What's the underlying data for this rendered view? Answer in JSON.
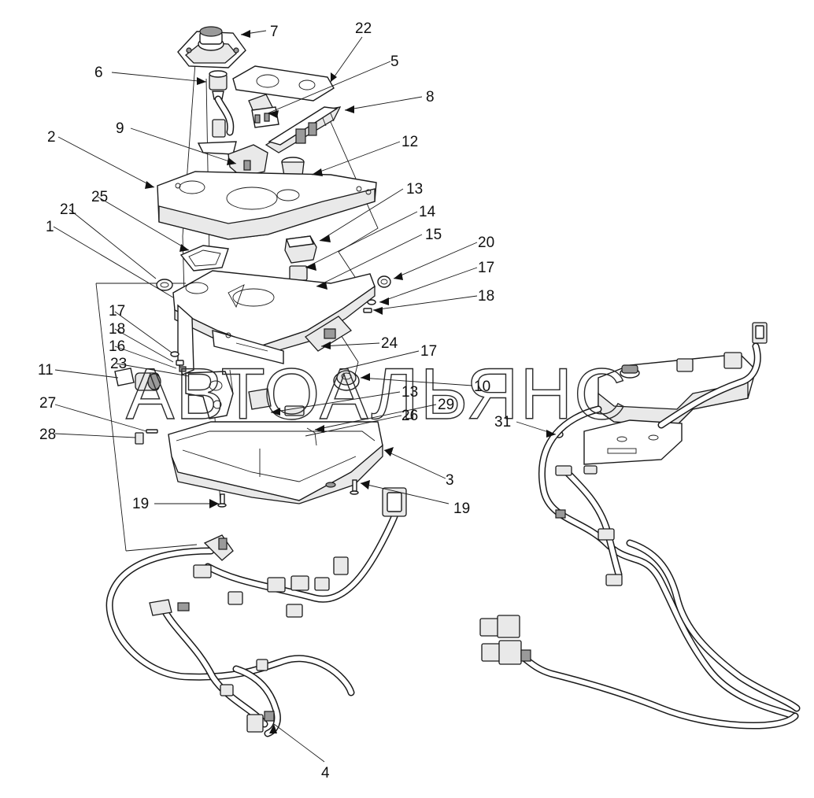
{
  "watermark": "АВТОАЛЬЯНС",
  "callouts": [
    {
      "id": "c7",
      "text": "7"
    },
    {
      "id": "c22",
      "text": "22"
    },
    {
      "id": "c6",
      "text": "6"
    },
    {
      "id": "c5",
      "text": "5"
    },
    {
      "id": "c8",
      "text": "8"
    },
    {
      "id": "c9",
      "text": "9"
    },
    {
      "id": "c2",
      "text": "2"
    },
    {
      "id": "c12",
      "text": "12"
    },
    {
      "id": "c13a",
      "text": "13"
    },
    {
      "id": "c25",
      "text": "25"
    },
    {
      "id": "c21",
      "text": "21"
    },
    {
      "id": "c14",
      "text": "14"
    },
    {
      "id": "c1",
      "text": "1"
    },
    {
      "id": "c15",
      "text": "15"
    },
    {
      "id": "c20",
      "text": "20"
    },
    {
      "id": "c17a",
      "text": "17"
    },
    {
      "id": "c18a",
      "text": "18"
    },
    {
      "id": "c17b",
      "text": "17"
    },
    {
      "id": "c18b",
      "text": "18"
    },
    {
      "id": "c16",
      "text": "16"
    },
    {
      "id": "c24",
      "text": "24"
    },
    {
      "id": "c17c",
      "text": "17"
    },
    {
      "id": "c11",
      "text": "11"
    },
    {
      "id": "c23",
      "text": "23"
    },
    {
      "id": "c10",
      "text": "10"
    },
    {
      "id": "c13b",
      "text": "13"
    },
    {
      "id": "c27",
      "text": "27"
    },
    {
      "id": "c29",
      "text": "29"
    },
    {
      "id": "c26",
      "text": "26"
    },
    {
      "id": "c31",
      "text": "31"
    },
    {
      "id": "c28",
      "text": "28"
    },
    {
      "id": "c3",
      "text": "3"
    },
    {
      "id": "c19a",
      "text": "19"
    },
    {
      "id": "c19b",
      "text": "19"
    },
    {
      "id": "c4",
      "text": "4"
    }
  ]
}
